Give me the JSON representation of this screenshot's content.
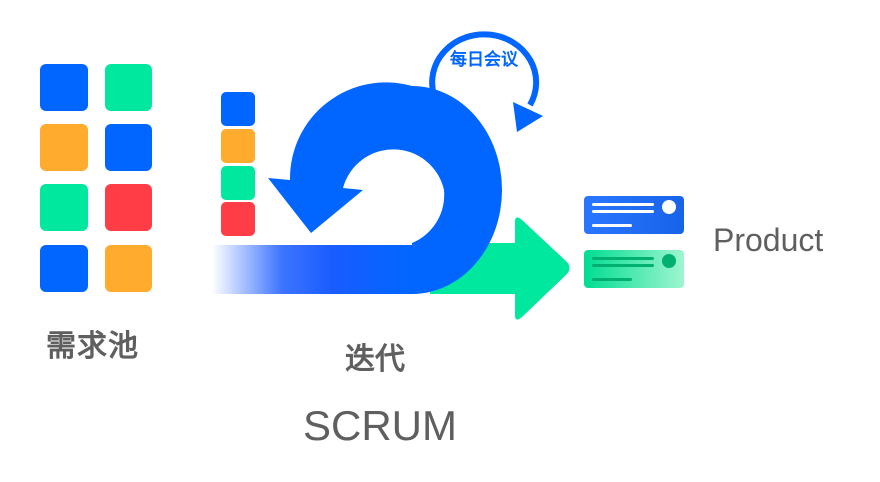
{
  "backlog": {
    "label": "需求池",
    "blocks": [
      {
        "color": "#0066ff"
      },
      {
        "color": "#00e89d"
      },
      {
        "color": "#ffab2e"
      },
      {
        "color": "#0066ff"
      },
      {
        "color": "#00e89d"
      },
      {
        "color": "#ff3d46"
      },
      {
        "color": "#0066ff"
      },
      {
        "color": "#ffab2e"
      }
    ]
  },
  "sprint_backlog": {
    "blocks": [
      {
        "color": "#0066ff"
      },
      {
        "color": "#ffab2e"
      },
      {
        "color": "#00e89d"
      },
      {
        "color": "#ff3d46"
      }
    ]
  },
  "iteration": {
    "label": "迭代",
    "loop_color": "#0066ff",
    "output_arrow_color": "#00e89d"
  },
  "daily_meeting": {
    "label": "每日会议",
    "color": "#0066ff"
  },
  "product": {
    "label": "Product",
    "cards": [
      {
        "color": "#1e6cf5"
      },
      {
        "color": "#00dd92"
      }
    ]
  },
  "framework": {
    "label": "SCRUM"
  }
}
